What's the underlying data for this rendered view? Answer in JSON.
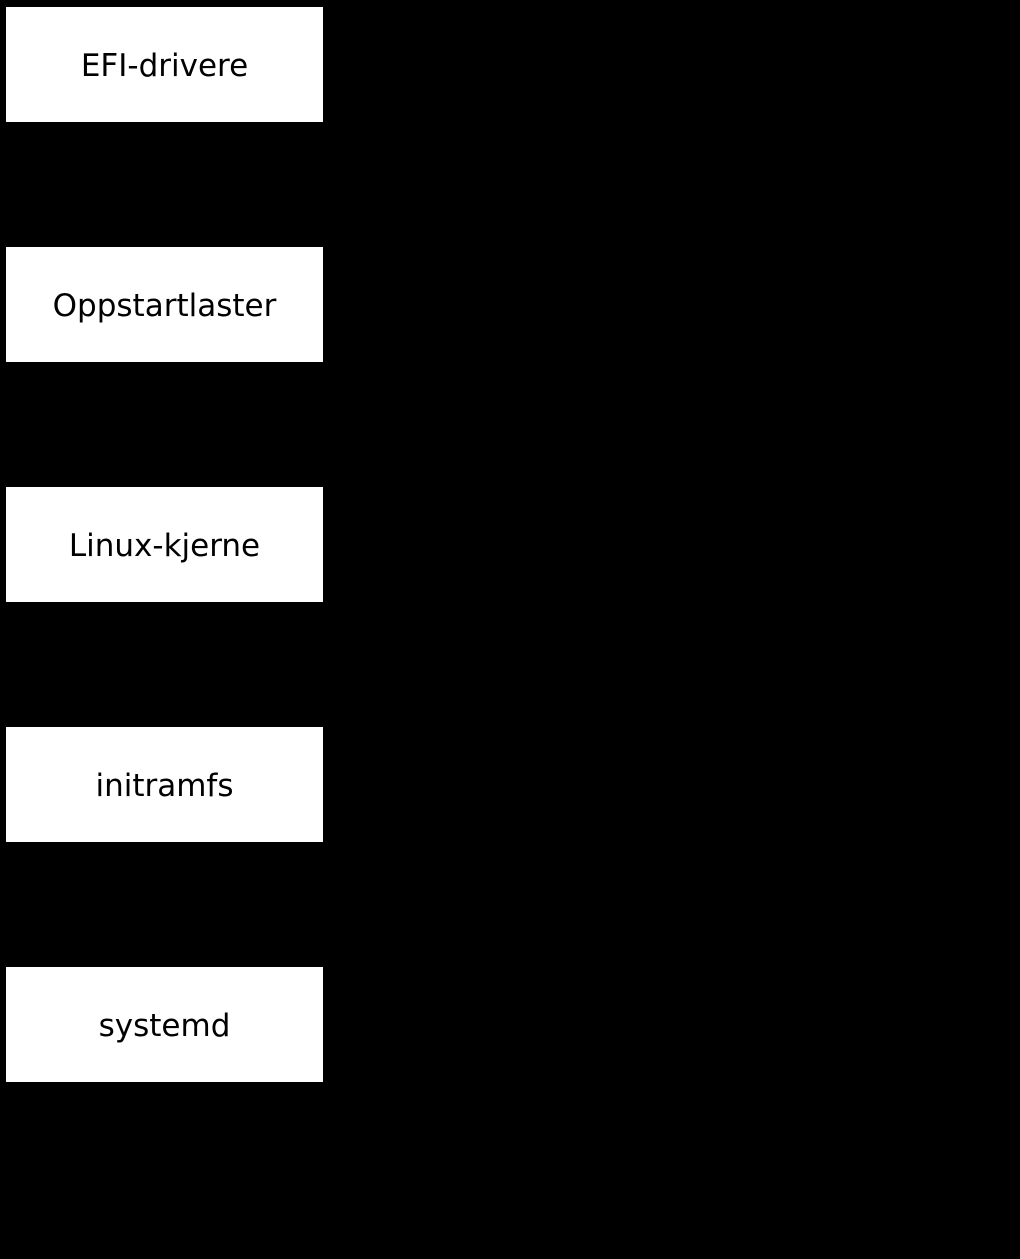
{
  "diagram": {
    "type": "flowchart",
    "orientation": "top-down",
    "background_color": "#000000",
    "node_fill_color": "#ffffff",
    "node_text_color": "#000000",
    "nodes": [
      {
        "id": "efi-drivere",
        "label": "EFI-drivere"
      },
      {
        "id": "oppstartlaster",
        "label": "Oppstartlaster"
      },
      {
        "id": "linux-kjerne",
        "label": "Linux-kjerne"
      },
      {
        "id": "initramfs",
        "label": "initramfs"
      },
      {
        "id": "systemd",
        "label": "systemd"
      }
    ]
  }
}
